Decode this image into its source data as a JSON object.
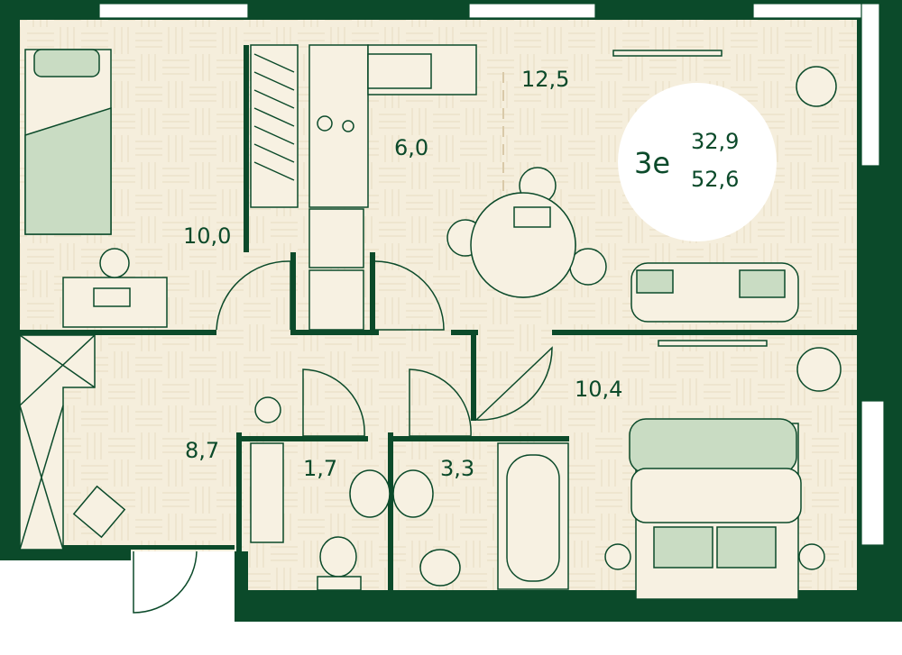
{
  "apartment": {
    "type_label": "3е",
    "living_area": "32,9",
    "total_area": "52,6"
  },
  "rooms": [
    {
      "name": "bedroom-small",
      "area": "10,0"
    },
    {
      "name": "kitchen",
      "area": "6,0"
    },
    {
      "name": "living-dining",
      "area": "12,5"
    },
    {
      "name": "bedroom-large",
      "area": "10,4"
    },
    {
      "name": "hallway",
      "area": "8,7"
    },
    {
      "name": "toilet",
      "area": "1,7"
    },
    {
      "name": "bathroom",
      "area": "3,3"
    }
  ],
  "colors": {
    "wall": "#0b4a2a",
    "floor": "#f5eedc",
    "accent_furniture": "#c9dcc3",
    "badge": "#ffffff"
  }
}
